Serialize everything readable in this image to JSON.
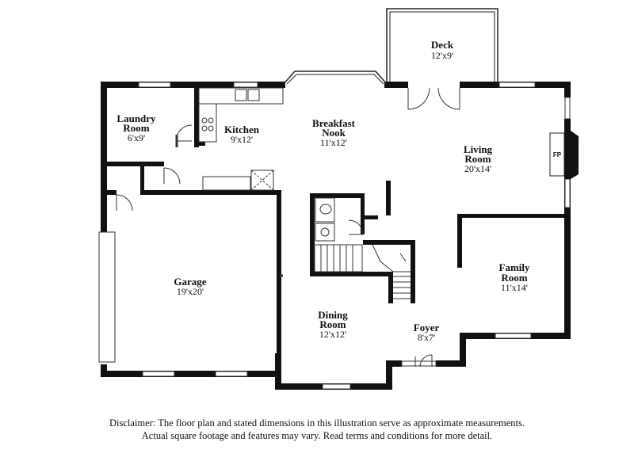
{
  "rooms": {
    "deck": {
      "name": "Deck",
      "dims": "12'x9'"
    },
    "laundry": {
      "name1": "Laundry",
      "name2": "Room",
      "dims": "6'x9'"
    },
    "kitchen": {
      "name": "Kitchen",
      "dims": "9'x12'"
    },
    "breakfast": {
      "name1": "Breakfast",
      "name2": "Nook",
      "dims": "11'x12'"
    },
    "living": {
      "name1": "Living",
      "name2": "Room",
      "dims": "20'x14'"
    },
    "garage": {
      "name": "Garage",
      "dims": "19'x20'"
    },
    "family": {
      "name1": "Family",
      "name2": "Room",
      "dims": "11'x14'"
    },
    "dining": {
      "name1": "Dining",
      "name2": "Room",
      "dims": "12'x12'"
    },
    "foyer": {
      "name": "Foyer",
      "dims": "8'x7'"
    }
  },
  "fireplace_label": "FP",
  "disclaimer": {
    "line1": "Disclaimer: The floor plan and stated dimensions in this illustration serve as approximate measurements.",
    "line2": "Actual square footage and features may vary. Read terms and conditions for more detail."
  }
}
